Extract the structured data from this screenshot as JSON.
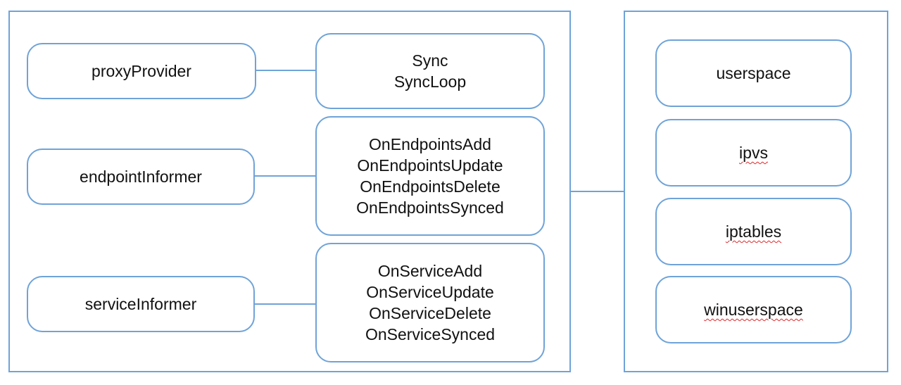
{
  "left_group": {
    "components": [
      {
        "label": "proxyProvider"
      },
      {
        "label": "endpointInformer"
      },
      {
        "label": "serviceInformer"
      }
    ],
    "handlers": [
      {
        "lines": [
          "Sync",
          "SyncLoop"
        ]
      },
      {
        "lines": [
          "OnEndpointsAdd",
          "OnEndpointsUpdate",
          "OnEndpointsDelete",
          "OnEndpointsSynced"
        ]
      },
      {
        "lines": [
          "OnServiceAdd",
          "OnServiceUpdate",
          "OnServiceDelete",
          "OnServiceSynced"
        ]
      }
    ]
  },
  "right_group": {
    "modes": [
      {
        "label": "userspace",
        "spellcheck_underline": false
      },
      {
        "label": "ipvs",
        "spellcheck_underline": true
      },
      {
        "label": "iptables",
        "spellcheck_underline": true
      },
      {
        "label": "winuserspace",
        "spellcheck_underline": true
      }
    ]
  },
  "colors": {
    "border": "#6fa3d8",
    "text": "#111111",
    "spellcheck_underline": "#e0282b"
  }
}
